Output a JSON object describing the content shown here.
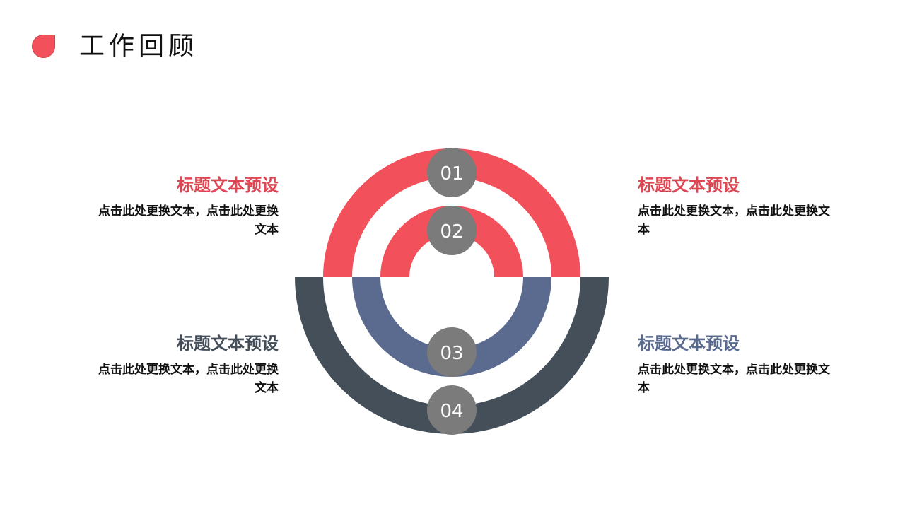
{
  "header": {
    "title": "工作回顾",
    "icon": "droplet-icon",
    "icon_color": "#f2505a"
  },
  "colors": {
    "red": "#f2505a",
    "blue": "#5b6b8f",
    "dark": "#444f5a",
    "badge": "#7b7b7b"
  },
  "rings": [
    {
      "number": "01",
      "color": "#f2505a",
      "half": "top",
      "position": "outer"
    },
    {
      "number": "02",
      "color": "#f2505a",
      "half": "top",
      "position": "inner"
    },
    {
      "number": "03",
      "color": "#5b6b8f",
      "half": "bottom",
      "position": "inner"
    },
    {
      "number": "04",
      "color": "#444f5a",
      "half": "bottom",
      "position": "outer"
    }
  ],
  "blocks": [
    {
      "title": "标题文本预设",
      "desc_line1": "点击此处更换文本，点击此处更换",
      "desc_line2": "文本",
      "color": "#e04755"
    },
    {
      "title": "标题文本预设",
      "desc_line1": "点击此处更换文本，点击此处更换文",
      "desc_line2": "本",
      "color": "#e04755"
    },
    {
      "title": "标题文本预设",
      "desc_line1": "点击此处更换文本，点击此处更换",
      "desc_line2": "文本",
      "color": "#444f5a"
    },
    {
      "title": "标题文本预设",
      "desc_line1": "点击此处更换文本，点击此处更换文",
      "desc_line2": "本",
      "color": "#5b6b8f"
    }
  ]
}
